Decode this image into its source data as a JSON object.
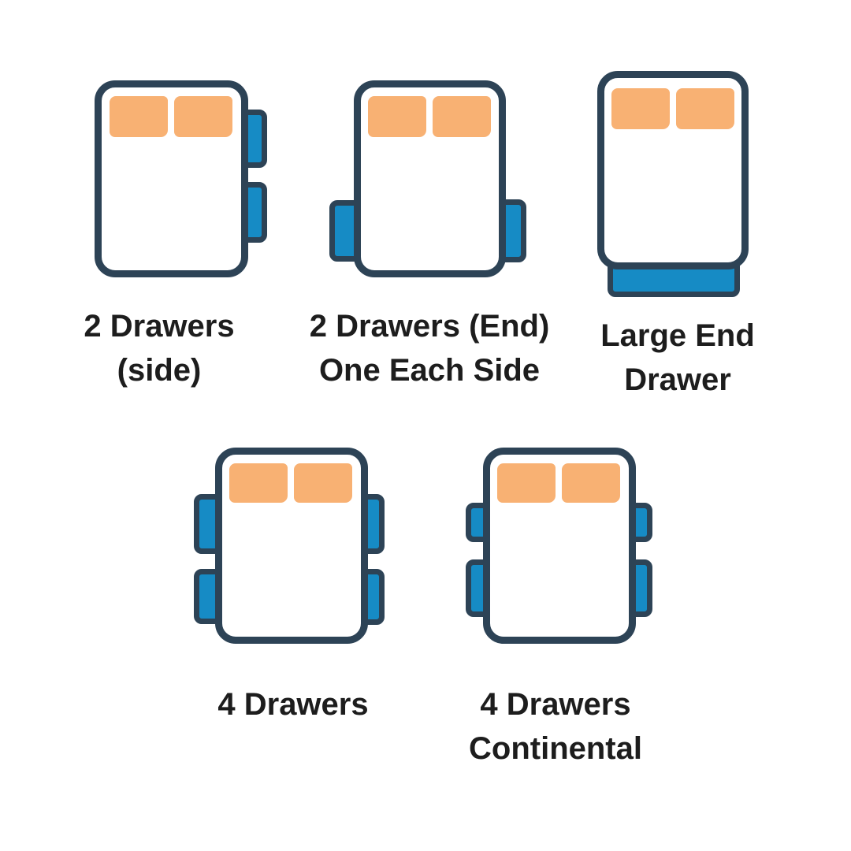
{
  "page": {
    "background": "#ffffff"
  },
  "colors": {
    "page_bg": "#ffffff",
    "outline": "#2d4356",
    "drawer_blue": "#168bc5",
    "pillow_orange": "#f8b173",
    "bed_fill": "#ffffff",
    "label_text": "#1d1d1d"
  },
  "figures": [
    {
      "name": "2-drawers-side",
      "label_lines": [
        "2 Drawers",
        "(side)"
      ],
      "drawer_count": 2,
      "drawer_placement": "two on right side"
    },
    {
      "name": "2-drawers-end-one-each-side",
      "label_lines": [
        "2 Drawers (End)",
        "One Each Side"
      ],
      "drawer_count": 2,
      "drawer_placement": "one each side at foot end"
    },
    {
      "name": "large-end-drawer",
      "label_lines": [
        "Large End",
        "Drawer"
      ],
      "drawer_count": 1,
      "drawer_placement": "single large drawer at foot end"
    },
    {
      "name": "4-drawers",
      "label_lines": [
        "4 Drawers"
      ],
      "drawer_count": 4,
      "drawer_placement": "two each side, equal size"
    },
    {
      "name": "4-drawers-continental",
      "label_lines": [
        "4 Drawers",
        "Continental"
      ],
      "drawer_count": 4,
      "drawer_placement": "two each side, short upper and long lower"
    }
  ]
}
